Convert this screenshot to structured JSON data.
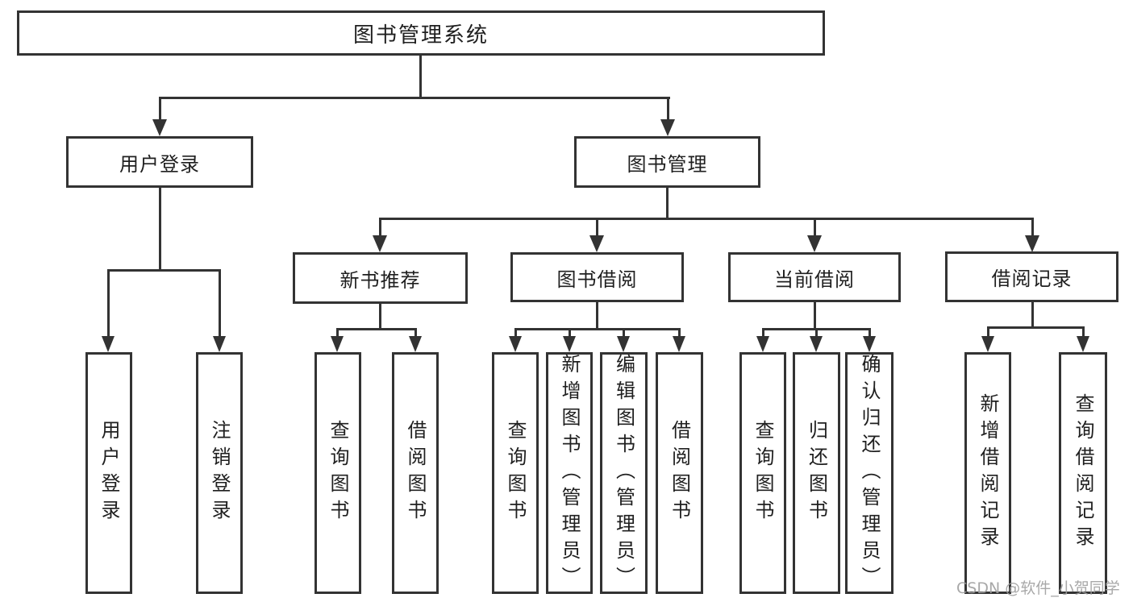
{
  "diagram": {
    "title": "图书管理系统",
    "root": {
      "label": "图书管理系统"
    },
    "level2": [
      {
        "label": "用户登录"
      },
      {
        "label": "图书管理"
      }
    ],
    "level3": [
      {
        "label": "新书推荐"
      },
      {
        "label": "图书借阅"
      },
      {
        "label": "当前借阅"
      },
      {
        "label": "借阅记录"
      }
    ],
    "leaves": {
      "user_login": [
        {
          "label": "用户登录"
        },
        {
          "label": "注销登录"
        }
      ],
      "new_book": [
        {
          "label": "查询图书"
        },
        {
          "label": "借阅图书"
        }
      ],
      "book_borrow": [
        {
          "label": "查询图书"
        },
        {
          "label": "新增图书（管理员）"
        },
        {
          "label": "编辑图书（管理员）"
        },
        {
          "label": "借阅图书"
        }
      ],
      "current_borrow": [
        {
          "label": "查询图书"
        },
        {
          "label": "归还图书"
        },
        {
          "label": "确认归还（管理员）"
        }
      ],
      "borrow_record": [
        {
          "label": "新增借阅记录"
        },
        {
          "label": "查询借阅记录"
        }
      ]
    },
    "colors": {
      "line": "#333333",
      "text": "#1f1f1f",
      "background": "#ffffff",
      "watermark": "#9e9e9e"
    }
  },
  "watermark": {
    "text": "CSDN @软件_小贺同学"
  }
}
